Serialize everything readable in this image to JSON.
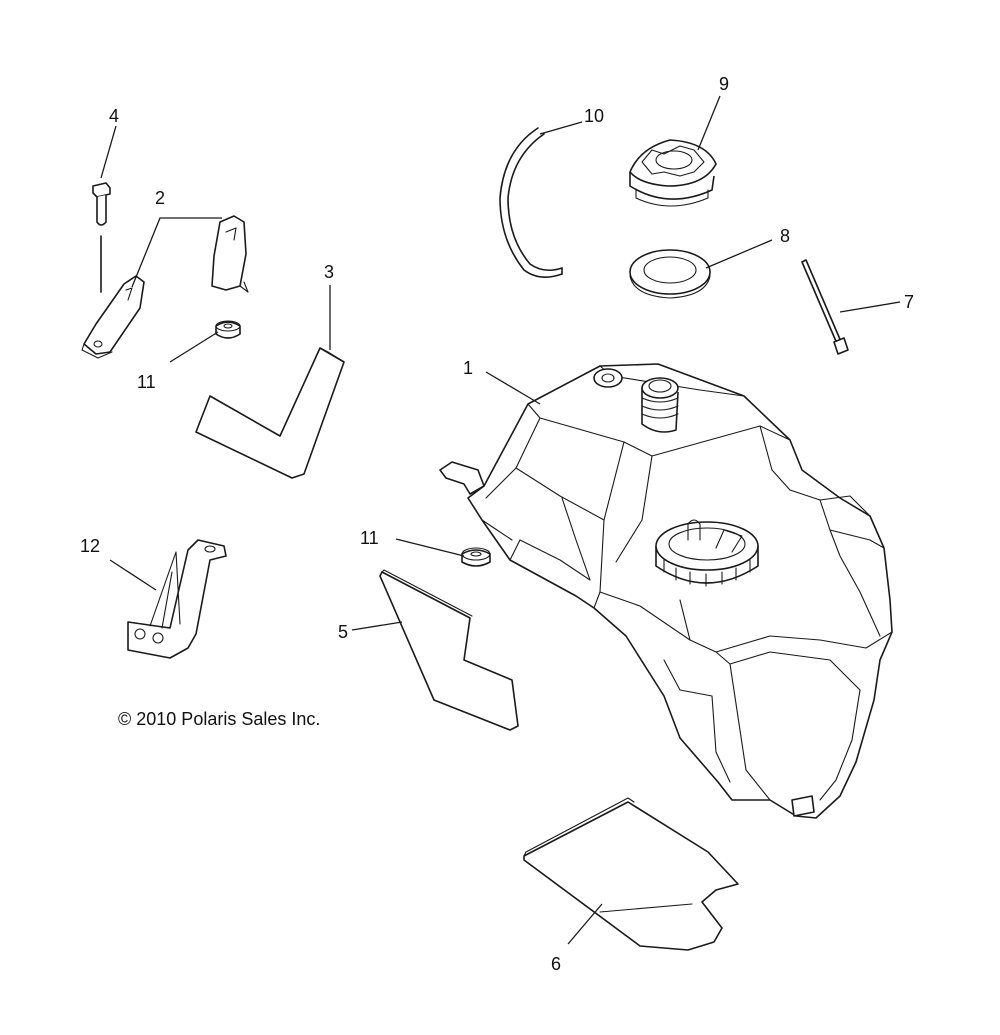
{
  "callouts": {
    "c1": "1",
    "c2": "2",
    "c3": "3",
    "c4": "4",
    "c5": "5",
    "c6": "6",
    "c7": "7",
    "c8": "8",
    "c9": "9",
    "c10": "10",
    "c11a": "11",
    "c11b": "11",
    "c12": "12"
  },
  "copyright": "© 2010 Polaris Sales Inc.",
  "line_color": "#1a1a1a",
  "background": "#ffffff"
}
